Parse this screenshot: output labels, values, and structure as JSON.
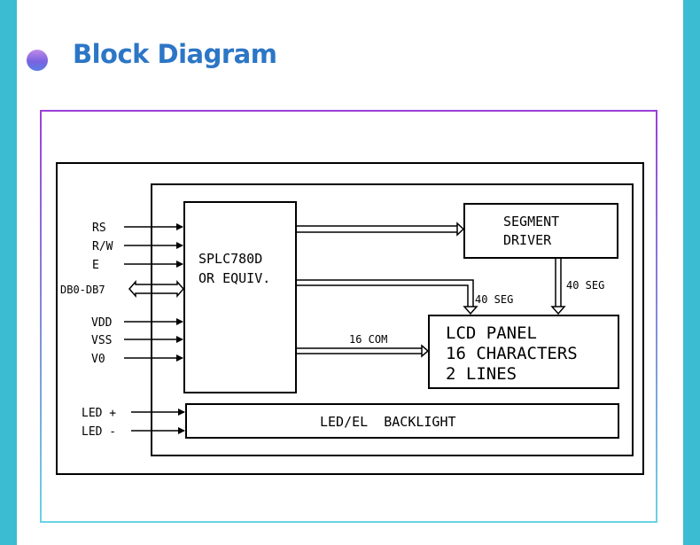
{
  "header": {
    "title": "Block Diagram"
  },
  "diagram": {
    "inputs_top": [
      "RS",
      "R/W",
      "E"
    ],
    "bus": "DB0-DB7",
    "inputs_power": [
      "VDD",
      "VSS",
      "V0"
    ],
    "led_inputs": [
      "LED +",
      "LED -"
    ],
    "controller": {
      "line1": "SPLC780D",
      "line2": "OR EQUIV."
    },
    "segment_driver": {
      "line1": "SEGMENT",
      "line2": "DRIVER"
    },
    "lcd_panel": {
      "line1": "LCD PANEL",
      "line2": "16 CHARACTERS",
      "line3": "2 LINES"
    },
    "backlight": "LED/EL  BACKLIGHT",
    "labels": {
      "seg_left": "40 SEG",
      "seg_right": "40 SEG",
      "com": "16 COM"
    }
  }
}
